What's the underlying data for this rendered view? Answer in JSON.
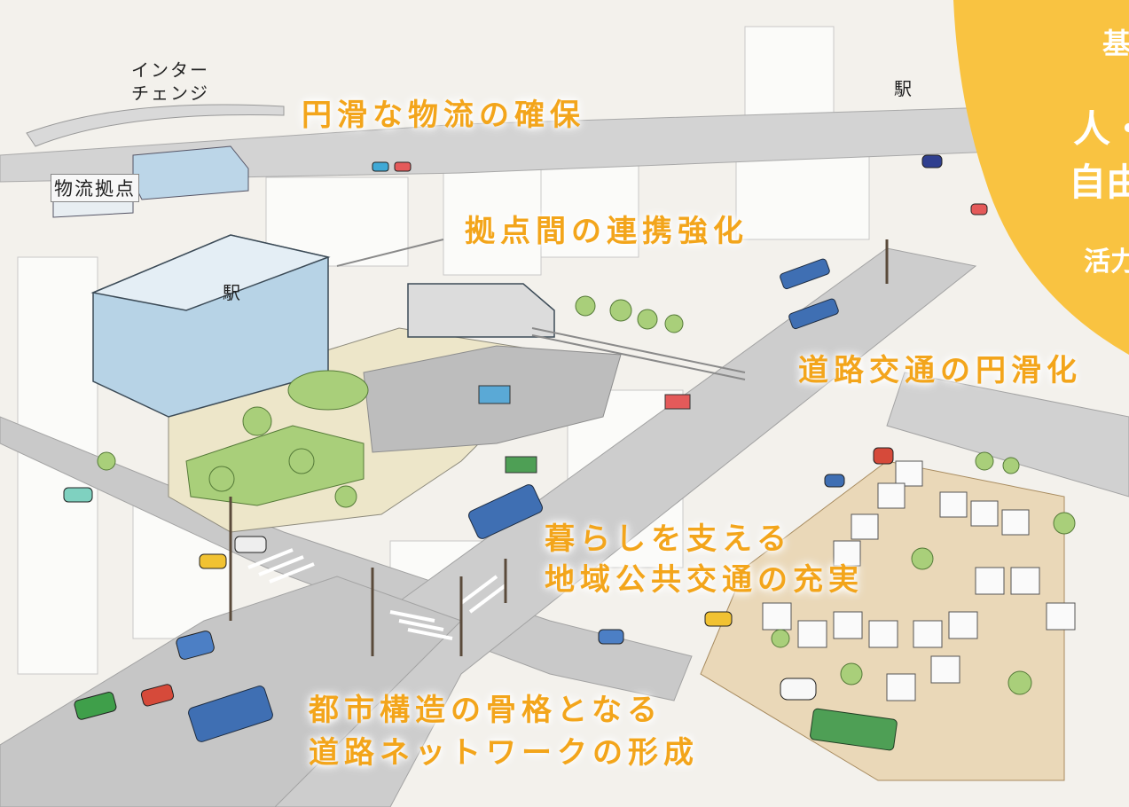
{
  "labels": {
    "interchange_line1": "インター",
    "interchange_line2": "チェンジ",
    "logistics_hub": "物流拠点",
    "station_top": "駅",
    "station_main": "駅"
  },
  "captions": {
    "smooth_logistics": "円滑な物流の確保",
    "hub_linkage": "拠点間の連携強化",
    "road_traffic": "道路交通の円滑化",
    "public_transport_line1": "暮らしを支える",
    "public_transport_line2": "地域公共交通の充実",
    "road_network_line1": "都市構造の骨格となる",
    "road_network_line2": "道路ネットワークの形成"
  },
  "policy_panel": {
    "line1": "基",
    "line2": "人・",
    "line3": "自由",
    "line4": "活力"
  },
  "colors": {
    "caption": "#f3a51b",
    "panel": "#f9c341",
    "road": "#c9c9c9",
    "building_blue": "#bcd6e8",
    "green": "#a9cf7a"
  }
}
